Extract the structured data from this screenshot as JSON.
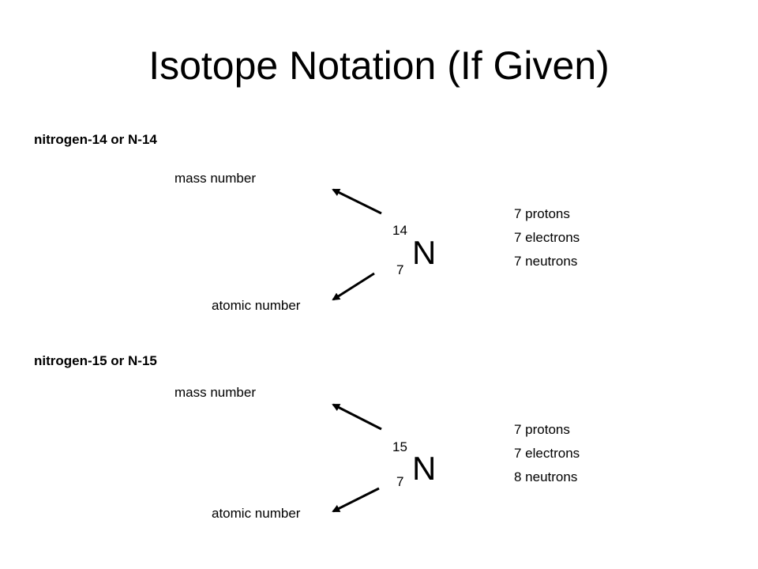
{
  "title": "Isotope Notation (If Given)",
  "examples": [
    {
      "heading": "nitrogen-14 or N-14",
      "mass_label": "mass number",
      "atomic_label": "atomic number",
      "mass_number": "14",
      "atomic_number": "7",
      "symbol": "N",
      "particles": [
        "7 protons",
        "7 electrons",
        "7 neutrons"
      ]
    },
    {
      "heading": "nitrogen-15 or N-15",
      "mass_label": "mass number",
      "atomic_label": "atomic number",
      "mass_number": "15",
      "atomic_number": "7",
      "symbol": "N",
      "particles": [
        "7 protons",
        "7 electrons",
        "8 neutrons"
      ]
    }
  ]
}
